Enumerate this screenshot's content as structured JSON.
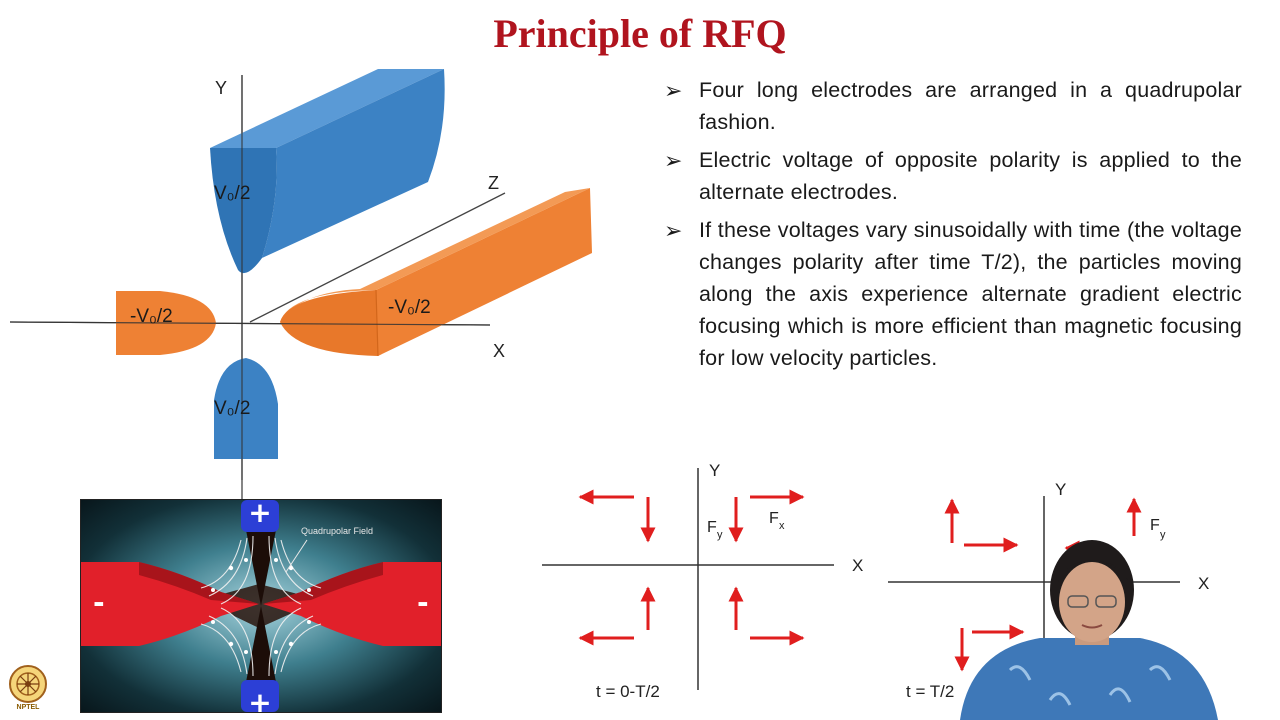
{
  "title": "Principle of RFQ",
  "diagram3d": {
    "axis_y": "Y",
    "axis_z": "Z",
    "axis_x": "X",
    "label_top": "V₀/2",
    "label_bottom": "V₀/2",
    "label_left": "-V₀/2",
    "label_right": "-V₀/2"
  },
  "photo": {
    "field_label": "Quadrupolar Field",
    "sign_top": "+",
    "sign_bottom": "+",
    "sign_left": "-",
    "sign_right": "-"
  },
  "bullets": [
    "Four long electrodes are arranged in a quadrupolar fashion.",
    "Electric voltage of opposite polarity is applied to the alternate electrodes.",
    "If these voltages vary sinusoidally with time (the voltage changes polarity after time T/2), the particles moving along the axis experience alternate gradient electric focusing which is more efficient than magnetic focusing for low velocity particles."
  ],
  "force1": {
    "axis_y": "Y",
    "axis_x": "X",
    "fy": "F",
    "fy_sub": "y",
    "fx": "F",
    "fx_sub": "x",
    "time": "t = 0-T/2"
  },
  "force2": {
    "axis_y": "Y",
    "axis_x": "X",
    "fy": "F",
    "fy_sub": "y",
    "time": "t = T/2"
  },
  "logo_label": "NPTEL",
  "colors": {
    "title": "#b0141e",
    "blue_electrode": "#3c82c4",
    "orange_electrode": "#ee8134",
    "force_arrow": "#e01e1e",
    "photo_red": "#e1202a",
    "photo_blue": "#2c3fd6"
  }
}
